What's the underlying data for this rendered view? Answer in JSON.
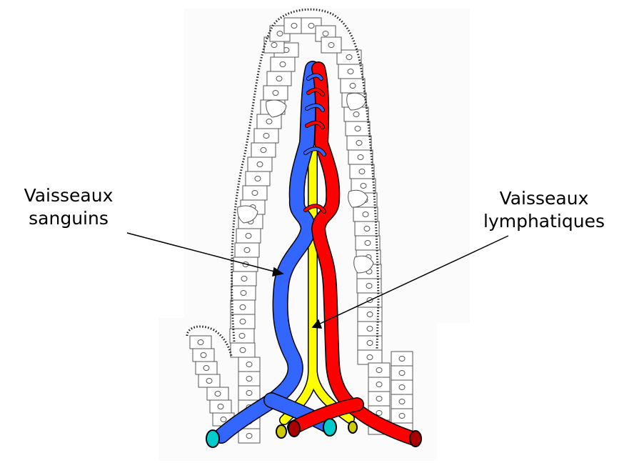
{
  "labels": {
    "blood_vessels": {
      "line1": "Vaisseaux",
      "line2": "sanguins"
    },
    "lymph_vessels": {
      "line1": "Vaisseaux",
      "line2": "lymphatiques"
    }
  },
  "colors": {
    "artery": "#ff0000",
    "vein": "#3366ff",
    "lymph": "#ffff00",
    "vein_end": "#00cccc",
    "lymph_end": "#cccc00",
    "artery_end": "#aa0000",
    "cell_fill": "#ffffff",
    "cell_stroke": "#444444",
    "annotation_line": "#000000"
  }
}
